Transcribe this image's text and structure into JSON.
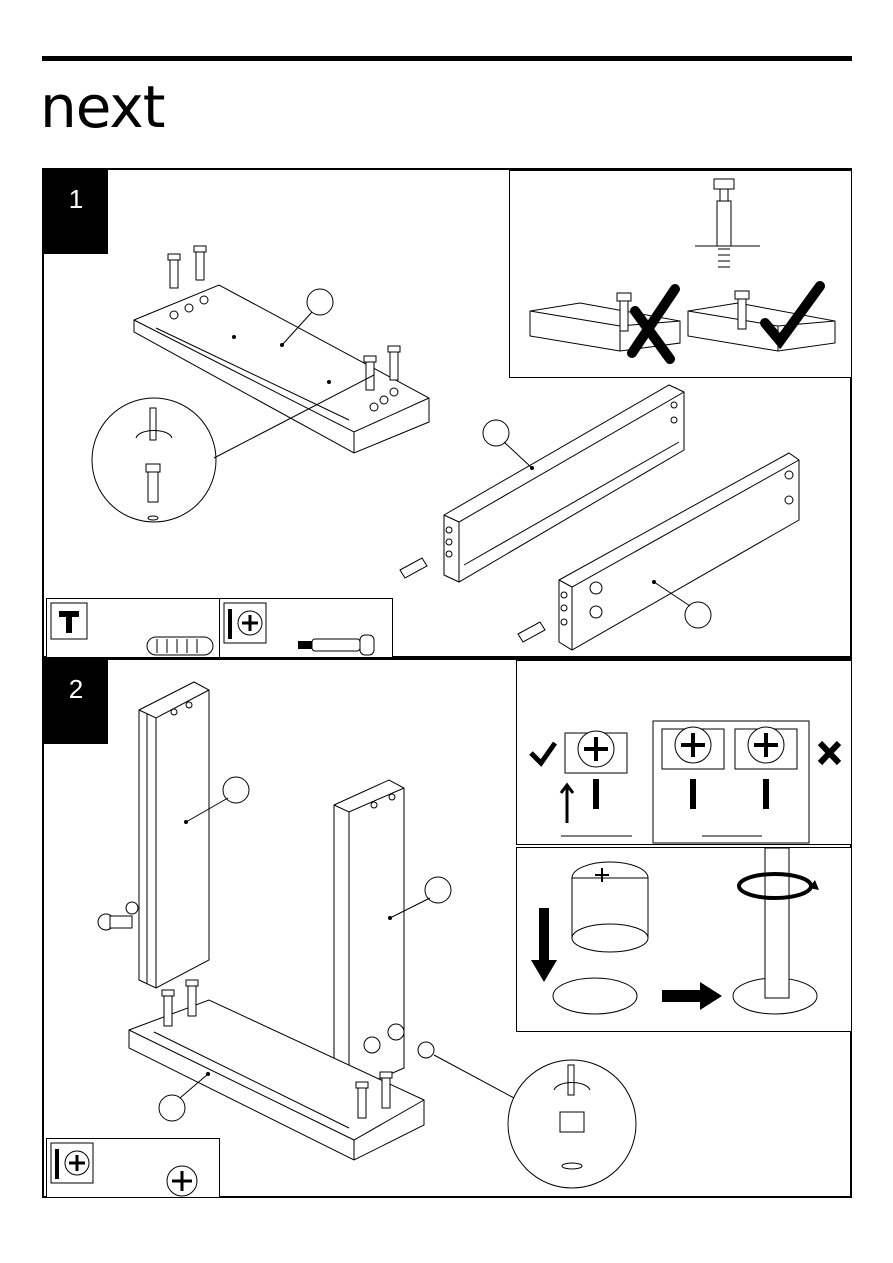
{
  "header": {
    "brand": "next"
  },
  "steps": [
    {
      "number": "1"
    },
    {
      "number": "2"
    }
  ],
  "icons": {
    "step1_tools": [
      "hammer-icon",
      "screwdriver-icon",
      "phillips-head-icon"
    ],
    "step1_parts": [
      "wooden-dowel-icon",
      "cam-bolt-icon"
    ],
    "step1_detail": [
      "check-mark-icon",
      "x-mark-icon"
    ],
    "step2_tools": [
      "screwdriver-icon",
      "phillips-head-icon",
      "cam-lock-icon"
    ],
    "step2_detail": [
      "check-mark-icon",
      "x-mark-icon",
      "arrow-up-icon",
      "arrow-down-icon",
      "arrow-right-icon",
      "rotate-icon"
    ]
  },
  "colors": {
    "ink": "#000000",
    "paper": "#ffffff"
  }
}
